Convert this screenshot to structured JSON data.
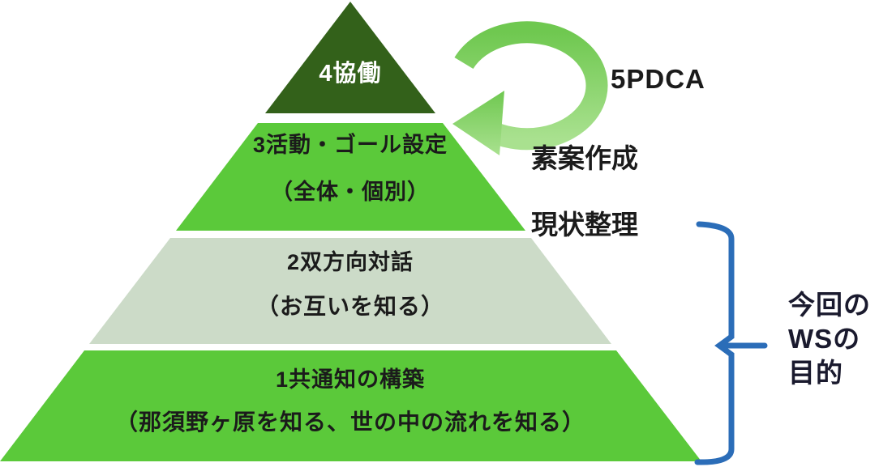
{
  "pyramid": {
    "levels": [
      {
        "label": "4協働",
        "sublabel": ""
      },
      {
        "label": "3活動・ゴール設定",
        "sublabel": "（全体・個別）"
      },
      {
        "label": "2双方向対話",
        "sublabel": "（お互いを知る）"
      },
      {
        "label": "1共通知の構築",
        "sublabel": "（那須野ヶ原を知る、世の中の流れを知る）"
      }
    ]
  },
  "annotations": {
    "cycle_label": "5PDCA",
    "draft_label": "素案作成",
    "status_label": "現状整理",
    "purpose_lines": [
      "今回の",
      "WSの",
      "目的"
    ]
  },
  "colors": {
    "level_dark_green": "#33611a",
    "level_bright_green": "#5bc93a",
    "level_pale_green": "#ccdbc8",
    "arrow_dark": "#6fc850",
    "arrow_light": "#a9e18f",
    "brace_blue": "#2b6db8",
    "text_dark": "#1b1b1b",
    "text_white": "#ffffff"
  }
}
